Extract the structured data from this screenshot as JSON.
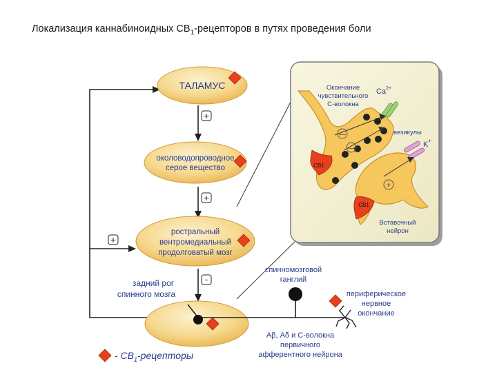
{
  "title": {
    "prefix": "Локализация каннабиноидных CB",
    "sub": "1",
    "suffix": "-рецепторов в путях проведения боли"
  },
  "nodes": {
    "thalamus": "ТАЛАМУС",
    "pag_line1": "околоводопроводное",
    "pag_line2": "серое вещество",
    "rvm_line1": "ростральный",
    "rvm_line2": "вентромедиальный",
    "rvm_line3": "продолговатый мозг",
    "dorsal_horn_line1": "задний рог",
    "dorsal_horn_line2": "спинного мозга"
  },
  "signs": {
    "plus": "+",
    "minus": "-"
  },
  "inset": {
    "ending_line1": "Окончание",
    "ending_line2": "чувствительного",
    "ending_line3": "С-волокна",
    "ca": "Ca",
    "ca_charge": "2+",
    "vesicles": "везикулы",
    "k": "K",
    "k_charge": "+",
    "cb1_top": "CB1",
    "cb1_bottom": "CB1",
    "interneuron_line1": "Вставочный",
    "interneuron_line2": "нейрон",
    "minus_sign": "—",
    "plus_sign": "+"
  },
  "labels": {
    "ganglion_line1": "спинномозговой",
    "ganglion_line2": "ганглий",
    "peripheral_line1": "периферическое",
    "peripheral_line2": "нервное",
    "peripheral_line3": "окончание",
    "fibers_line1": "Аβ, Аδ и С-волокна",
    "fibers_line2": "первичного",
    "fibers_line3": "афферентного нейрона"
  },
  "legend": {
    "prefix": "- CB",
    "sub": "1",
    "suffix": "-рецепторы"
  },
  "colors": {
    "node_fill": "#f3c560",
    "node_edge": "#c8922e",
    "receptor": "#e8401c",
    "inset_bg": "#f3f0d2",
    "inset_border": "#8a8a8a",
    "cell_fill": "#f6c75c",
    "calcium_channel": "#9ed07a",
    "potassium_channel": "#e0a2d8",
    "blue_text": "#2a3c8c"
  }
}
